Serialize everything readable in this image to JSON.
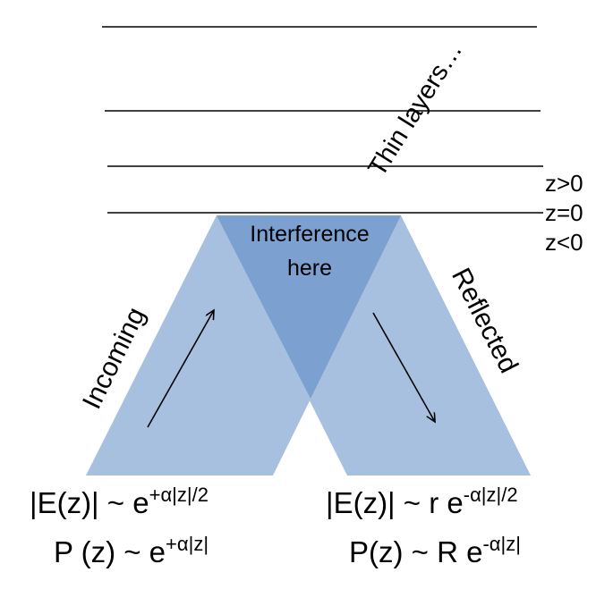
{
  "labels": {
    "thin_layers": "Thin layers…",
    "z_pos": "z>0",
    "z_zero": "z=0",
    "z_neg": "z<0",
    "interference_line1": "Interference",
    "interference_line2": "here",
    "incoming": "Incoming",
    "reflected": "Reflected"
  },
  "formulas": {
    "incoming_E": {
      "base": "|E(z)| ~ e",
      "exponent": "+α|z|/2"
    },
    "incoming_P": {
      "base": "P (z) ~ e",
      "exponent": "+α|z|"
    },
    "reflected_E": {
      "base": "|E(z)| ~ r e",
      "exponent": "-α|z|/2"
    },
    "reflected_P": {
      "base": "P(z) ~ R e",
      "exponent": "-α|z|"
    }
  },
  "colors": {
    "beam": "#a8c0e0",
    "overlap": "#7ca0d0",
    "line": "#000000"
  }
}
